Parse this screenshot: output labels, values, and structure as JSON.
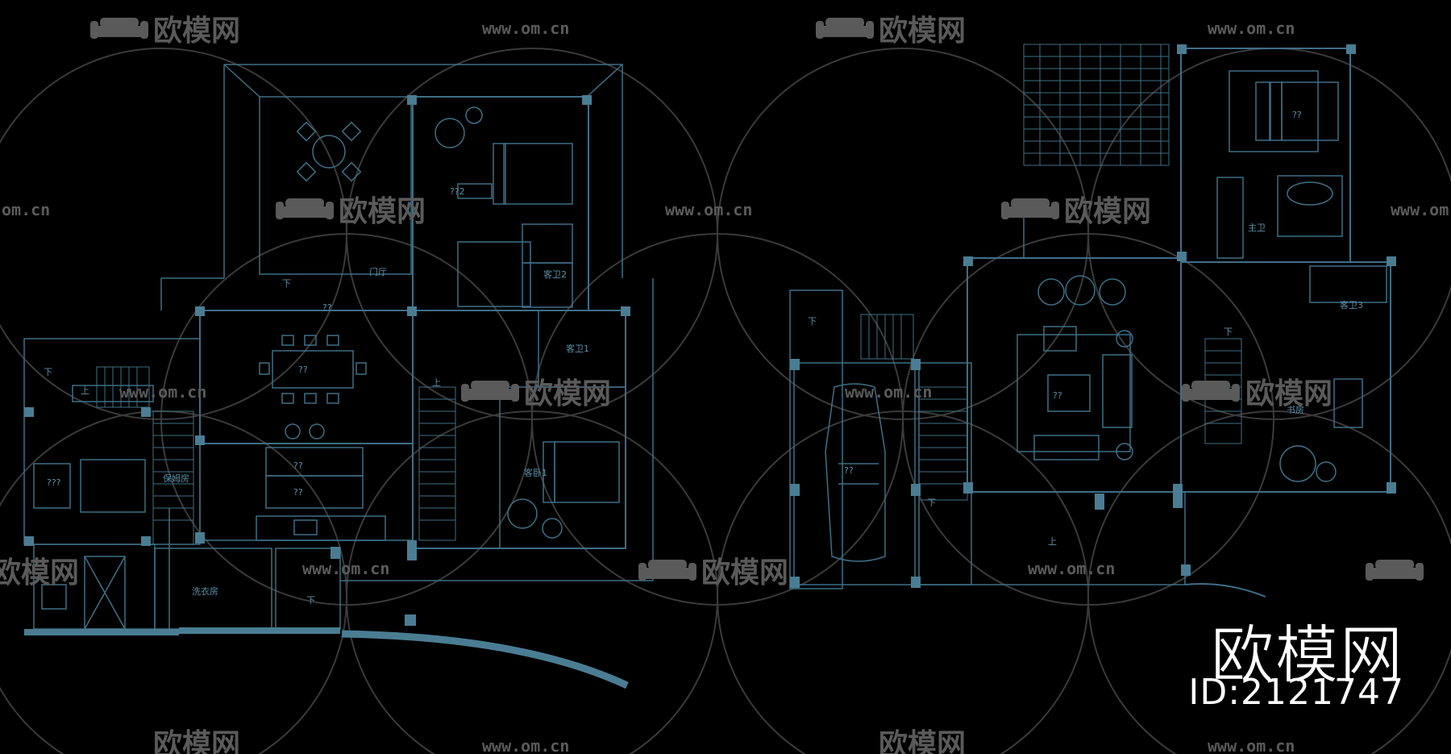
{
  "watermark": {
    "brand": "欧模网",
    "url": "www.om.cn",
    "url_partial": "om.cn",
    "logo_icon": "sofa-icon"
  },
  "corner_brand": {
    "name": "欧模网",
    "id_text": "ID:2121747"
  },
  "colors": {
    "background": "#000000",
    "line": "#3e6f86",
    "line_bright": "#5b8fa6",
    "wall_fill": "#4a7d93",
    "watermark": "#5a5a5a"
  },
  "plan_left": {
    "room_labels": [
      "??",
      "??2",
      "??",
      "??",
      "??",
      "???",
      "客卫2",
      "客卫1",
      "客卧1",
      "保姆房",
      "洗衣房",
      "门厅"
    ],
    "stair_marks": [
      "下",
      "上",
      "下",
      "上",
      "下"
    ]
  },
  "plan_right": {
    "room_labels": [
      "??",
      "??",
      "??",
      "主卫",
      "客卫3",
      "书房"
    ],
    "stair_marks": [
      "下",
      "下",
      "上",
      "下"
    ]
  }
}
